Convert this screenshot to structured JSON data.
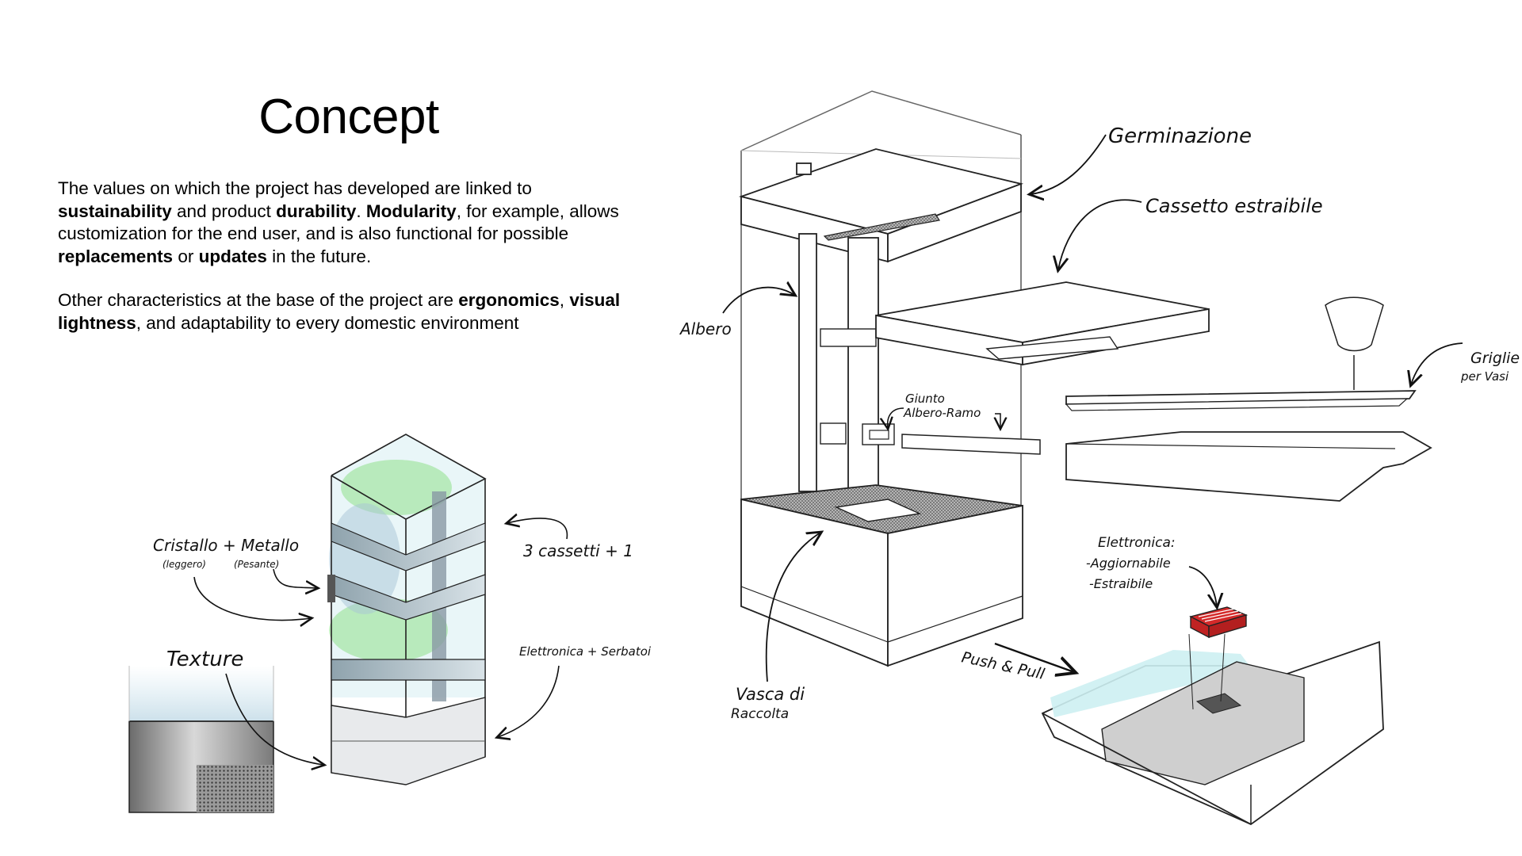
{
  "title": "Concept",
  "paragraph1": {
    "t1": "The values on which the project has developed are linked to ",
    "b1": "sustainability",
    "t2": " and product ",
    "b2": "durability",
    "t3": ". ",
    "b3": "Modularity",
    "t4": ", for example, allows customization for the end user, and is also functional for possible ",
    "b4": "replacements",
    "t5": " or ",
    "b5": "updates",
    "t6": " in the future."
  },
  "paragraph2": {
    "t1": "Other characteristics at the base of the project are ",
    "b1": "ergonomics",
    "t2": ", ",
    "b2": "visual lightness",
    "t3": ", and adaptability to every domestic environment"
  },
  "labels": {
    "cristallo_metallo": "Cristallo + Metallo",
    "leggero": "(leggero)",
    "pesante": "(Pesante)",
    "cassetti": "3 cassetti + 1",
    "texture": "Texture",
    "elettronica_serbatoi": "Elettronica + Serbatoi",
    "germinazione": "Germinazione",
    "cassetto_estraibile": "Cassetto estraibile",
    "albero": "Albero",
    "giunto": "Giunto",
    "albero_ramo": "Albero-Ramo",
    "griglie": "Griglie",
    "per_vasi": "per Vasi",
    "elettronica": "Elettronica:",
    "aggiornabile": "-Aggiornabile",
    "estraibile": "-Estraibile",
    "push_pull": "Push & Pull",
    "vasca_di": "Vasca di",
    "raccolta": "Raccolta"
  },
  "colors": {
    "glass_blue": "#bfe6ec",
    "grass_green": "#7fe07a",
    "electronics_red": "#d42a2a",
    "tray_blue": "#cdeff2",
    "metal_grey": "#8a8a8a"
  }
}
